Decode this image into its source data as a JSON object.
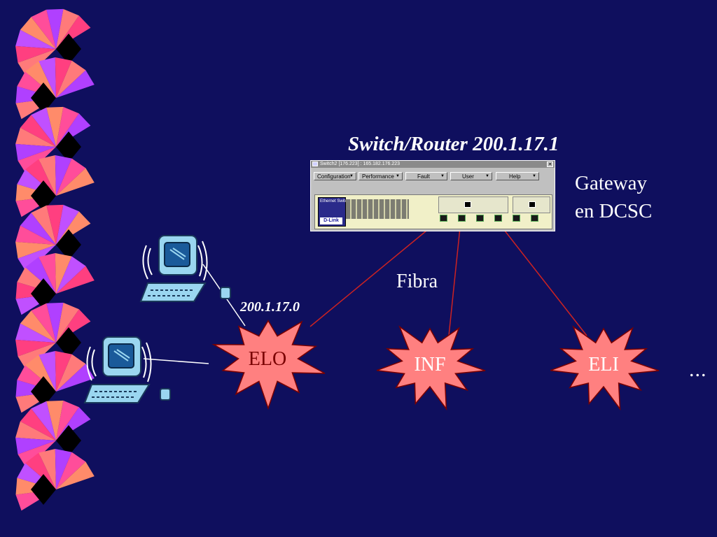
{
  "title": "Switch/Router 200.1.17.1",
  "gateway_label": [
    "Gateway",
    "en DCSC"
  ],
  "link_label": "Fibra",
  "subnet_label": "200.1.17.0",
  "nodes": [
    {
      "id": "elo",
      "label": "ELO"
    },
    {
      "id": "inf",
      "label": "INF"
    },
    {
      "id": "eli",
      "label": "ELI"
    }
  ],
  "more_label": "...",
  "switch_window": {
    "title": "Switch2 [176.223] : 165.182.176.223",
    "menus": [
      "Configuration",
      "Performance",
      "Fault",
      "User",
      "Help"
    ],
    "device_name": "Ethernet Switch",
    "brand": "D-Link"
  },
  "colors": {
    "background": "#0f0f5e",
    "burst_fill": "#ff8080",
    "link_line": "#cc2222",
    "lan_line": "#ffffff"
  }
}
